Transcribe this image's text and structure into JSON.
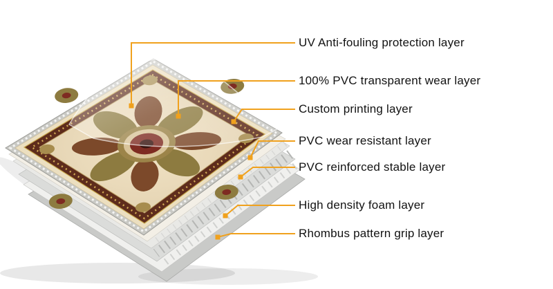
{
  "accent_color": "#f0a11d",
  "diagram": {
    "layers": [
      {
        "label": "UV Anti-fouling protection layer"
      },
      {
        "label": "100% PVC transparent wear layer"
      },
      {
        "label": "Custom printing layer"
      },
      {
        "label": "PVC wear resistant layer"
      },
      {
        "label": "PVC reinforced stable layer"
      },
      {
        "label": "High density foam layer"
      },
      {
        "label": "Rhombus pattern grip layer"
      }
    ]
  }
}
